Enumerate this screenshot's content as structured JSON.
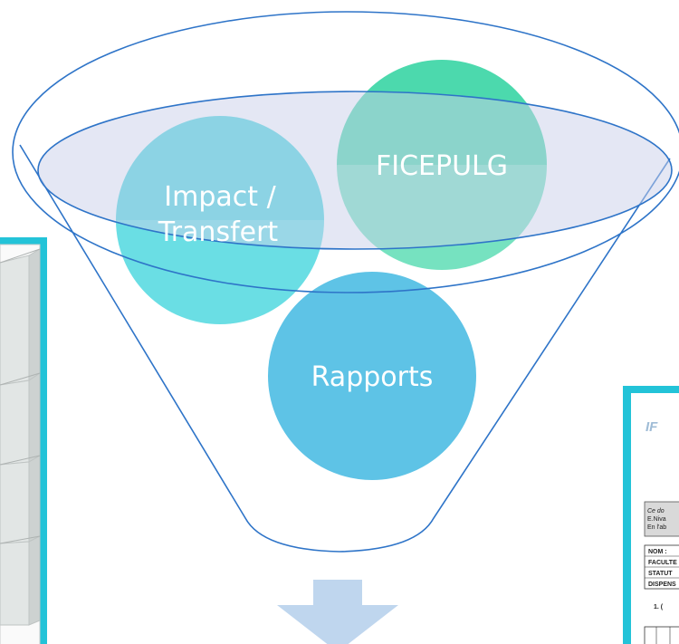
{
  "funnel": {
    "items": [
      {
        "label_line1": "Impact /",
        "label_line2": "Transfert",
        "color": "#1ACCD6"
      },
      {
        "label": "FICEPULG",
        "color": "#1BCF96"
      },
      {
        "label": "Rapports",
        "color": "#5EC3E6"
      }
    ],
    "outline_color": "#2E74C8",
    "rim_fill": "#DCE1F0",
    "arrow_color": "#BFD6EE"
  },
  "document_preview": {
    "logo_text": "IF",
    "lines": [
      "Ce do",
      "E.Niva",
      "En l'ab",
      "NOM :",
      "FACULTE",
      "STATUT",
      "DISPENS",
      "1. ("
    ]
  }
}
